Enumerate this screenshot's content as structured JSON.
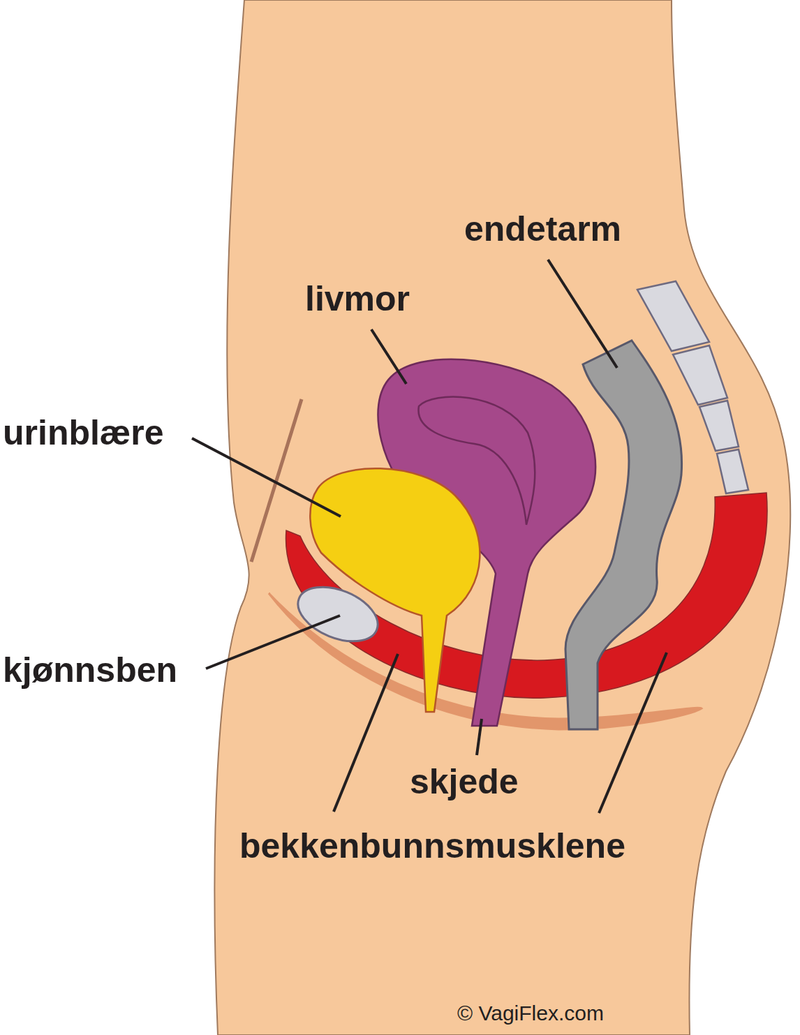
{
  "diagram": {
    "labels": [
      "endetarm",
      "livmor",
      "urinblære",
      "kjønnsben",
      "skjede",
      "bekkenbunnsmusklene",
      "© VagiFlex.com"
    ]
  }
}
